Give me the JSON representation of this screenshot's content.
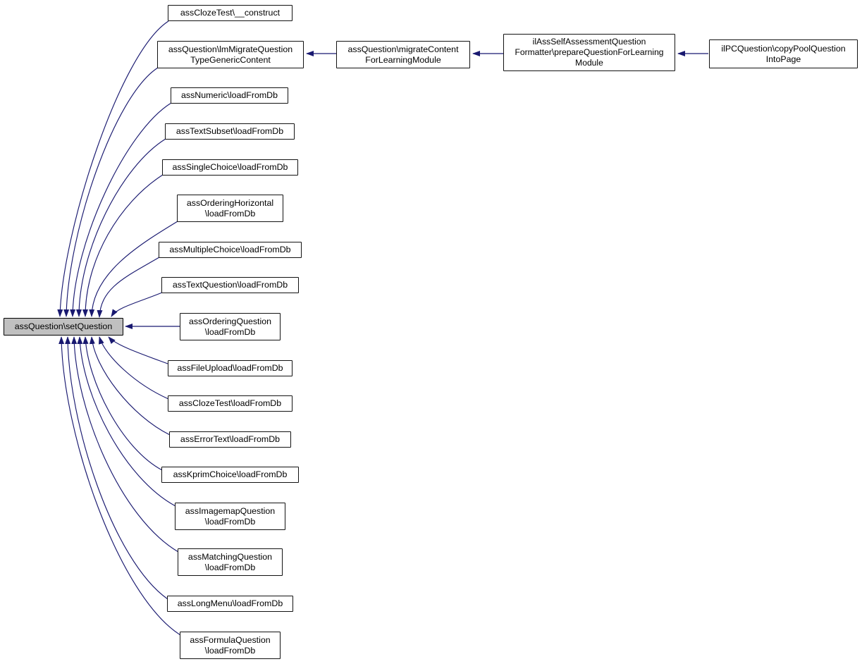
{
  "diagram": {
    "kind": "caller-graph",
    "colors": {
      "edge": "#191970",
      "node_border": "#000000",
      "node_fill": "#ffffff",
      "focus_fill": "#c0c0c0"
    },
    "nodes": {
      "setQuestion": {
        "label": "assQuestion\\setQuestion",
        "focused": true
      },
      "construct": {
        "label": "assClozeTest\\__construct"
      },
      "lmMigrate": {
        "label": "assQuestion\\lmMigrateQuestion\nTypeGenericContent"
      },
      "numeric": {
        "label": "assNumeric\\loadFromDb"
      },
      "textSubset": {
        "label": "assTextSubset\\loadFromDb"
      },
      "singleChoice": {
        "label": "assSingleChoice\\loadFromDb"
      },
      "orderingHorizontal": {
        "label": "assOrderingHorizontal\n\\loadFromDb"
      },
      "multipleChoice": {
        "label": "assMultipleChoice\\loadFromDb"
      },
      "textQuestion": {
        "label": "assTextQuestion\\loadFromDb"
      },
      "orderingQuestion": {
        "label": "assOrderingQuestion\n\\loadFromDb"
      },
      "fileUpload": {
        "label": "assFileUpload\\loadFromDb"
      },
      "clozeTestLoad": {
        "label": "assClozeTest\\loadFromDb"
      },
      "errorText": {
        "label": "assErrorText\\loadFromDb"
      },
      "kprimChoice": {
        "label": "assKprimChoice\\loadFromDb"
      },
      "imagemap": {
        "label": "assImagemapQuestion\n\\loadFromDb"
      },
      "matching": {
        "label": "assMatchingQuestion\n\\loadFromDb"
      },
      "longMenu": {
        "label": "assLongMenu\\loadFromDb"
      },
      "formula": {
        "label": "assFormulaQuestion\n\\loadFromDb"
      },
      "migrate": {
        "label": "assQuestion\\migrateContent\nForLearningModule"
      },
      "prepare": {
        "label": "ilAssSelfAssessmentQuestion\nFormatter\\prepareQuestionForLearning\nModule"
      },
      "copyPool": {
        "label": "ilPCQuestion\\copyPoolQuestion\nIntoPage"
      }
    },
    "edges": [
      {
        "from": "construct",
        "to": "setQuestion"
      },
      {
        "from": "lmMigrate",
        "to": "setQuestion"
      },
      {
        "from": "numeric",
        "to": "setQuestion"
      },
      {
        "from": "textSubset",
        "to": "setQuestion"
      },
      {
        "from": "singleChoice",
        "to": "setQuestion"
      },
      {
        "from": "orderingHorizontal",
        "to": "setQuestion"
      },
      {
        "from": "multipleChoice",
        "to": "setQuestion"
      },
      {
        "from": "textQuestion",
        "to": "setQuestion"
      },
      {
        "from": "orderingQuestion",
        "to": "setQuestion"
      },
      {
        "from": "fileUpload",
        "to": "setQuestion"
      },
      {
        "from": "clozeTestLoad",
        "to": "setQuestion"
      },
      {
        "from": "errorText",
        "to": "setQuestion"
      },
      {
        "from": "kprimChoice",
        "to": "setQuestion"
      },
      {
        "from": "imagemap",
        "to": "setQuestion"
      },
      {
        "from": "matching",
        "to": "setQuestion"
      },
      {
        "from": "longMenu",
        "to": "setQuestion"
      },
      {
        "from": "formula",
        "to": "setQuestion"
      },
      {
        "from": "migrate",
        "to": "lmMigrate"
      },
      {
        "from": "prepare",
        "to": "migrate"
      },
      {
        "from": "copyPool",
        "to": "prepare"
      }
    ]
  }
}
